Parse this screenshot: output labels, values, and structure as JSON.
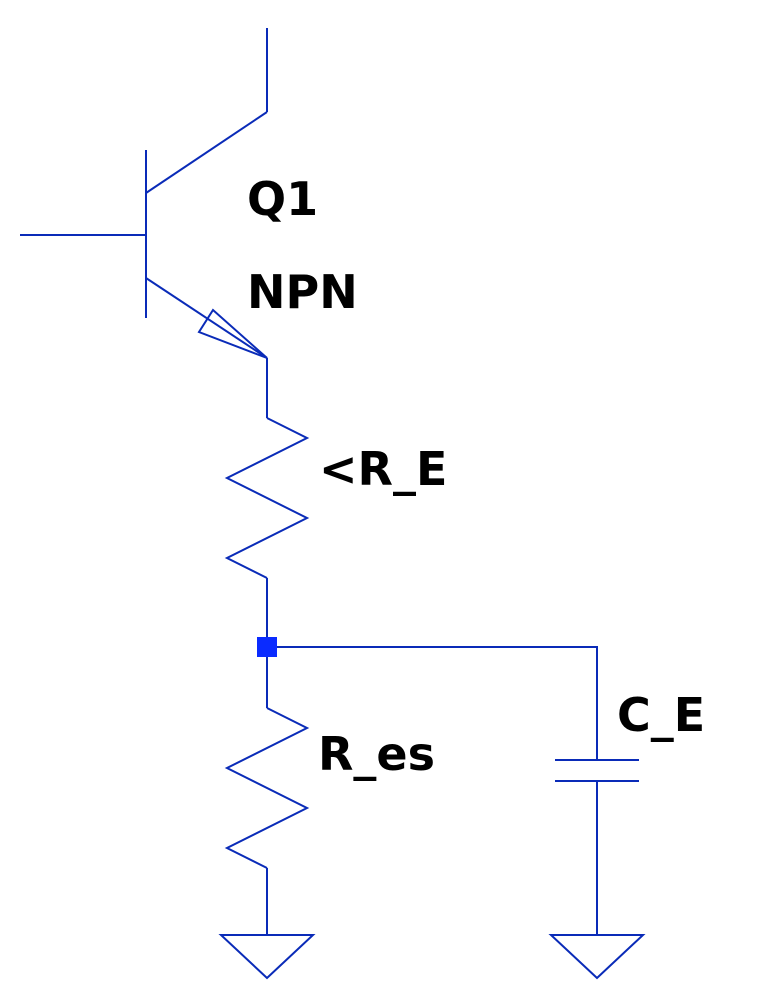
{
  "colors": {
    "wire": "#0a2bb8",
    "junction": "#0a2bff",
    "text": "#000000",
    "background": "#ffffff"
  },
  "components": {
    "transistor": {
      "name": "Q1",
      "type": "NPN"
    },
    "resistor_emitter": {
      "name": "<R_E"
    },
    "resistor_es": {
      "name": "R_es"
    },
    "capacitor": {
      "name": "C_E"
    }
  }
}
